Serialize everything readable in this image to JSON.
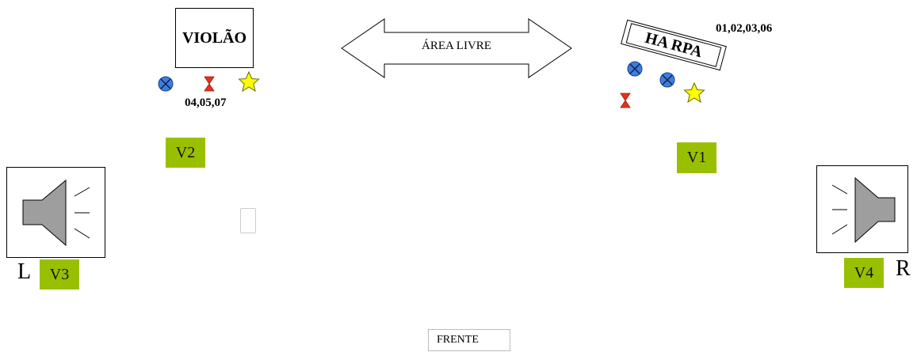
{
  "instruments": {
    "guitar": {
      "label": "VIOLÃO",
      "mics": "04,05,07"
    },
    "harp": {
      "label": "HA RPA",
      "mics": "01,02,03,06"
    }
  },
  "area": {
    "label": "ÁREA LIVRE"
  },
  "voices": {
    "v1": "V1",
    "v2": "V2",
    "v3": "V3",
    "v4": "V4"
  },
  "speakers": {
    "left_letter": "L",
    "right_letter": "R"
  },
  "front": {
    "label": "FRENTE"
  },
  "colors": {
    "voice_box": "#99c000",
    "mic_circle": "#3a7fe0",
    "hourglass": "#e8321c",
    "star": "#ffff00",
    "speaker_fill": "#9e9e9e"
  }
}
